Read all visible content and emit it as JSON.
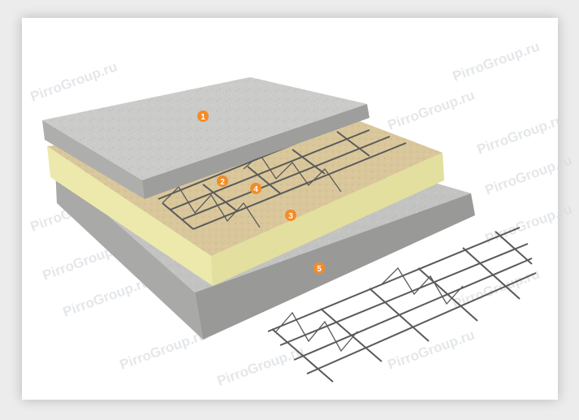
{
  "watermark": "PirroGroup.ru",
  "markers": [
    "1",
    "2",
    "3",
    "4",
    "5"
  ],
  "colors": {
    "marker": "#f28c28",
    "concrete_top": "#c9c9c7",
    "concrete_side": "#a7a7a5",
    "insulation_top": "#d8c59a",
    "insulation_side": "#e9e6a6",
    "rebar": "#5e5e5e"
  }
}
